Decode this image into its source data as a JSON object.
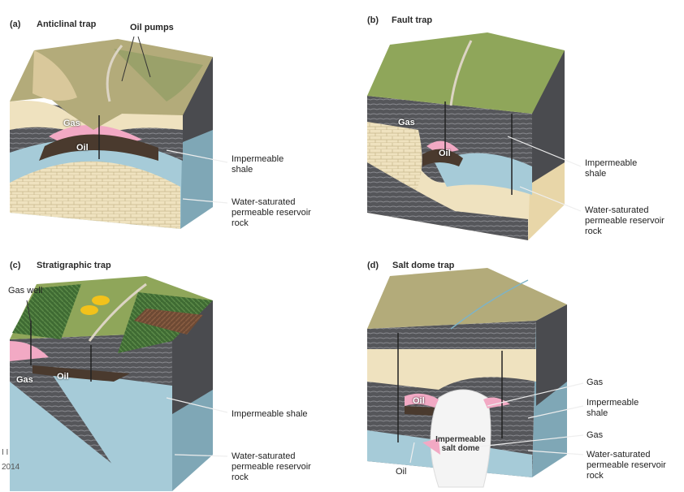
{
  "panels": {
    "a": {
      "letter": "(a)",
      "title": "Anticlinal trap",
      "oil_pumps": "Oil pumps",
      "gas": "Gas",
      "oil": "Oil",
      "shale": [
        "Impermeable",
        "shale"
      ],
      "water": [
        "Water-saturated",
        "permeable reservoir",
        "rock"
      ]
    },
    "b": {
      "letter": "(b)",
      "title": "Fault trap",
      "gas": "Gas",
      "oil": "Oil",
      "shale": [
        "Impermeable",
        "shale"
      ],
      "water": [
        "Water-saturated",
        "permeable reservoir",
        "rock"
      ]
    },
    "c": {
      "letter": "(c)",
      "title": "Stratigraphic trap",
      "gas_well": "Gas well",
      "gas": "Gas",
      "oil": "Oil",
      "shale": "Impermeable shale",
      "water": [
        "Water-saturated",
        "permeable reservoir",
        "rock"
      ]
    },
    "d": {
      "letter": "(d)",
      "title": "Salt dome trap",
      "gas1": "Gas",
      "shale": [
        "Impermeable",
        "shale"
      ],
      "gas2": "Gas",
      "water": [
        "Water-saturated",
        "permeable reservoir",
        "rock"
      ],
      "oil_inner": "Oil",
      "oil_outer": "Oil",
      "salt": [
        "Impermeable",
        "salt dome"
      ]
    }
  },
  "corner_text": {
    "mark": "I I",
    "year": "2014"
  },
  "colors": {
    "shale": "#55565a",
    "shale_line": "#8a8b90",
    "water": "#a6cbd8",
    "sandstone": "#efe2bf",
    "gas": "#f2a9c4",
    "oil": "#4a3a2e",
    "grass": "#8fa65a",
    "salt": "#f4f4f4"
  }
}
